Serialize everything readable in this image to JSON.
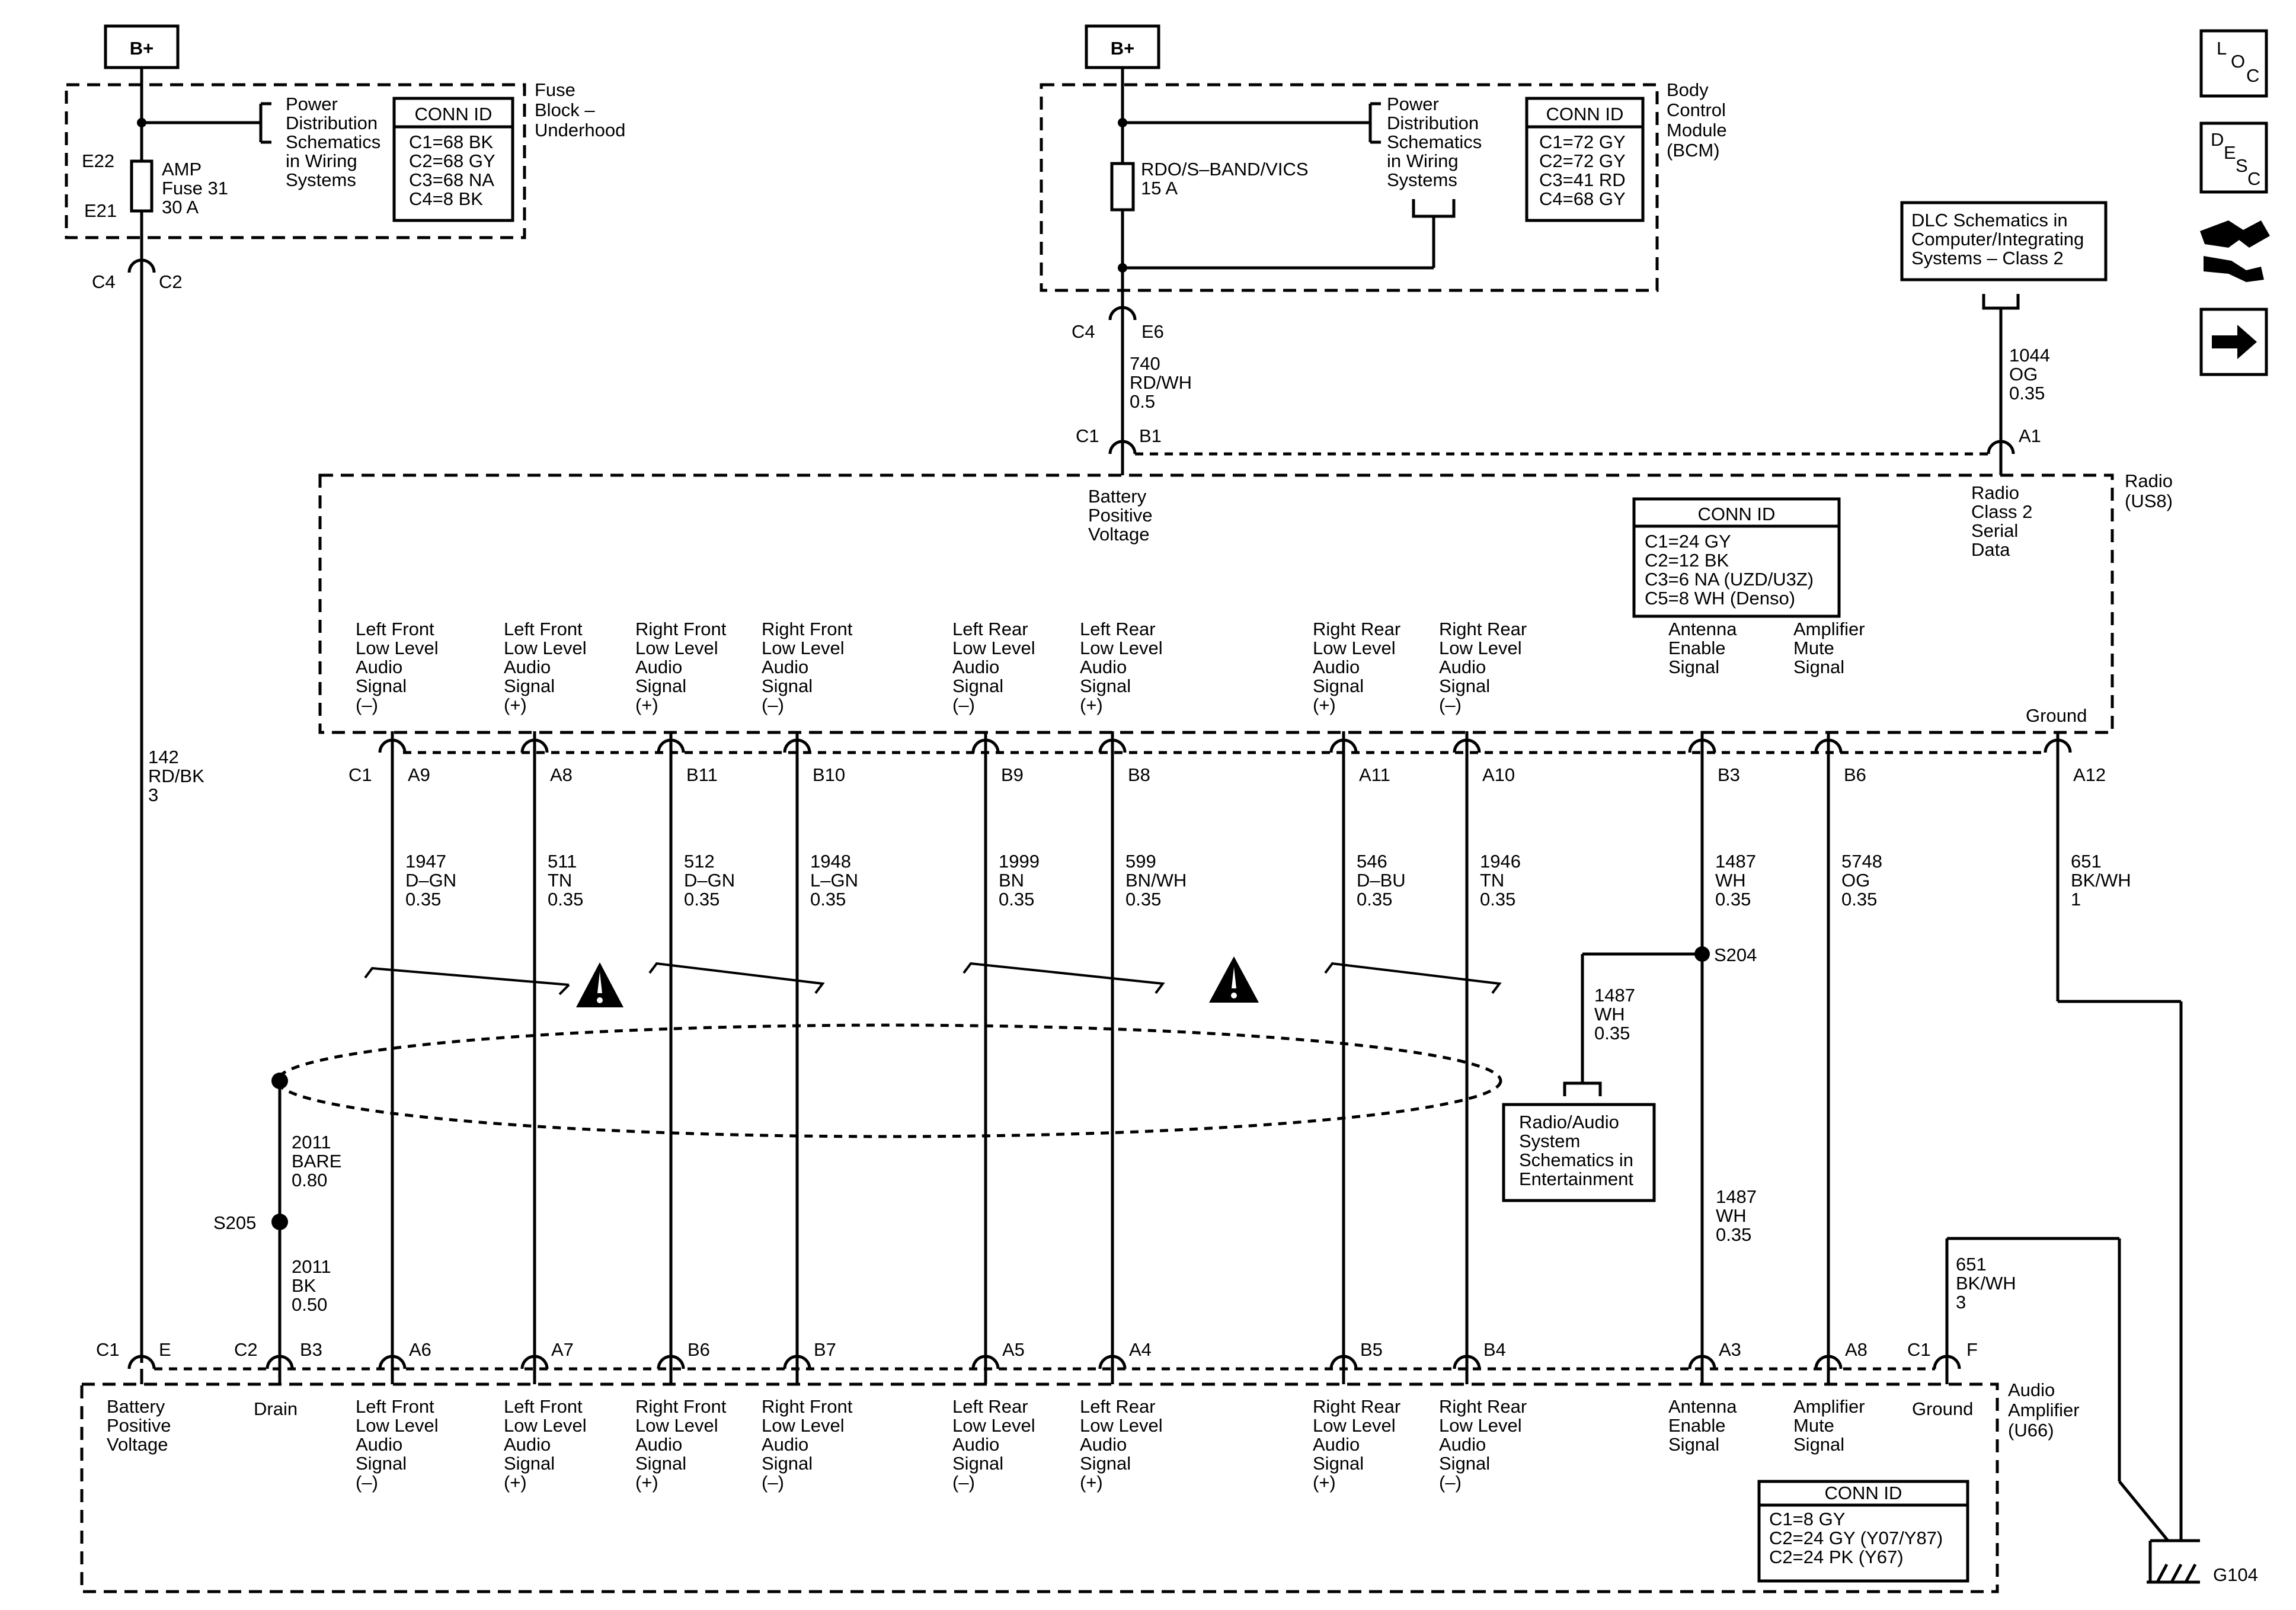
{
  "b_plus": "B+",
  "fuse_block": {
    "title": [
      "Fuse",
      "Block –",
      "Underhood"
    ],
    "fuse_label": [
      "AMP",
      "Fuse 31",
      "30 A"
    ],
    "pin_top": "E22",
    "pin_bottom": "E21",
    "power_ref": [
      "Power",
      "Distribution",
      "Schematics",
      "in Wiring",
      "Systems"
    ],
    "conn_id_title": "CONN ID",
    "conn_ids": [
      "C1=68 BK",
      "C2=68 GY",
      "C3=68 NA",
      "C4=8 BK"
    ],
    "out_conn": "C4",
    "out_pin": "C2"
  },
  "bcm": {
    "title": [
      "Body",
      "Control",
      "Module",
      "(BCM)"
    ],
    "fuse_label": [
      "RDO/S–BAND/VICS",
      "15 A"
    ],
    "power_ref": [
      "Power",
      "Distribution",
      "Schematics",
      "in Wiring",
      "Systems"
    ],
    "conn_id_title": "CONN ID",
    "conn_ids": [
      "C1=72 GY",
      "C2=72 GY",
      "C3=41 RD",
      "C4=68 GY"
    ],
    "out_conn": "C4",
    "out_pin": "E6"
  },
  "dlc_ref": [
    "DLC Schematics in",
    "Computer/Integrating",
    "Systems – Class 2"
  ],
  "side_icons": [
    "loc-icon",
    "desc-icon",
    "connector-tool-icon",
    "next-arrow-icon"
  ],
  "loc_letters": [
    "L",
    "O",
    "C"
  ],
  "desc_letters": [
    "D",
    "E",
    "S",
    "C"
  ],
  "radio": {
    "title": [
      "Radio",
      "(US8)"
    ],
    "conn_id_title": "CONN ID",
    "conn_ids": [
      "C1=24 GY",
      "C2=12 BK",
      "C3=6 NA (UZD/U3Z)",
      "C5=8 WH (Denso)"
    ],
    "bat_pin": {
      "conn": "C1",
      "pin": "B1",
      "label": [
        "Battery",
        "Positive",
        "Voltage"
      ]
    },
    "serial_pin": {
      "pin": "A1",
      "label": [
        "Radio",
        "Class 2",
        "Serial",
        "Data"
      ]
    },
    "bottom_conn": "C1",
    "ground_label": "Ground"
  },
  "wire_740": [
    "740",
    "RD/WH",
    "0.5"
  ],
  "wire_1044": [
    "1044",
    "OG",
    "0.35"
  ],
  "wire_142": [
    "142",
    "RD/BK",
    "3"
  ],
  "wire_651_top": [
    "651",
    "BK/WH",
    "1"
  ],
  "wire_651_bottom": [
    "651",
    "BK/WH",
    "3"
  ],
  "wire_2011_bare": [
    "2011",
    "BARE",
    "0.80"
  ],
  "wire_2011_bk": [
    "2011",
    "BK",
    "0.50"
  ],
  "wire_1487_branch": [
    "1487",
    "WH",
    "0.35"
  ],
  "wire_1487_lower": [
    "1487",
    "WH",
    "0.35"
  ],
  "splice_s204": "S204",
  "splice_s205": "S205",
  "radio_audio_ref": [
    "Radio/Audio",
    "System",
    "Schematics in",
    "Entertainment"
  ],
  "signals": [
    {
      "radio_pin": "A9",
      "label": [
        "Left Front",
        "Low Level",
        "Audio",
        "Signal",
        "(–)"
      ],
      "wire": [
        "1947",
        "D–GN",
        "0.35"
      ],
      "amp_pin": "A6"
    },
    {
      "radio_pin": "A8",
      "label": [
        "Left Front",
        "Low Level",
        "Audio",
        "Signal",
        "(+)"
      ],
      "wire": [
        "511",
        "TN",
        "0.35"
      ],
      "amp_pin": "A7"
    },
    {
      "radio_pin": "B11",
      "label": [
        "Right Front",
        "Low Level",
        "Audio",
        "Signal",
        "(+)"
      ],
      "wire": [
        "512",
        "D–GN",
        "0.35"
      ],
      "amp_pin": "B6"
    },
    {
      "radio_pin": "B10",
      "label": [
        "Right Front",
        "Low Level",
        "Audio",
        "Signal",
        "(–)"
      ],
      "wire": [
        "1948",
        "L–GN",
        "0.35"
      ],
      "amp_pin": "B7"
    },
    {
      "radio_pin": "B9",
      "label": [
        "Left Rear",
        "Low Level",
        "Audio",
        "Signal",
        "(–)"
      ],
      "wire": [
        "1999",
        "BN",
        "0.35"
      ],
      "amp_pin": "A5"
    },
    {
      "radio_pin": "B8",
      "label": [
        "Left Rear",
        "Low Level",
        "Audio",
        "Signal",
        "(+)"
      ],
      "wire": [
        "599",
        "BN/WH",
        "0.35"
      ],
      "amp_pin": "A4"
    },
    {
      "radio_pin": "A11",
      "label": [
        "Right Rear",
        "Low Level",
        "Audio",
        "Signal",
        "(+)"
      ],
      "wire": [
        "546",
        "D–BU",
        "0.35"
      ],
      "amp_pin": "B5"
    },
    {
      "radio_pin": "A10",
      "label": [
        "Right Rear",
        "Low Level",
        "Audio",
        "Signal",
        "(–)"
      ],
      "wire": [
        "1946",
        "TN",
        "0.35"
      ],
      "amp_pin": "B4"
    },
    {
      "radio_pin": "B3",
      "label": [
        "Antenna",
        "Enable",
        "Signal"
      ],
      "wire": [
        "1487",
        "WH",
        "0.35"
      ],
      "amp_pin": "A3"
    },
    {
      "radio_pin": "B6",
      "label": [
        "Amplifier",
        "Mute",
        "Signal"
      ],
      "wire": [
        "5748",
        "OG",
        "0.35"
      ],
      "amp_pin": "A8"
    },
    {
      "radio_pin": "A12",
      "label": [
        "Ground"
      ],
      "wire": [
        "651",
        "BK/WH",
        "1"
      ],
      "amp_pin": ""
    }
  ],
  "amplifier": {
    "title": [
      "Audio",
      "Amplifier",
      "(U66)"
    ],
    "bat_pin": {
      "conn": "C1",
      "pin": "E",
      "label": [
        "Battery",
        "Positive",
        "Voltage"
      ]
    },
    "drain_pin": {
      "conn": "C2",
      "pin": "B3",
      "label": "Drain"
    },
    "ground_pin": {
      "conn": "C1",
      "pin": "F",
      "label": "Ground"
    },
    "conn_id_title": "CONN ID",
    "conn_ids": [
      "C1=8 GY",
      "C2=24 GY (Y07/Y87)",
      "C2=24 PK (Y67)"
    ]
  },
  "ground_g104": "G104"
}
